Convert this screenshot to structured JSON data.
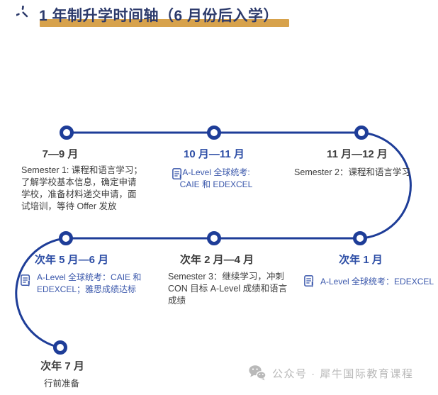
{
  "page": {
    "title": "1 年制升学时间轴（6 月份后入学）",
    "watermark_label": "公众号 · 犀牛国际教育课程"
  },
  "colors": {
    "timeline_blue": "#1e3d98",
    "date_blue": "#2c4da5",
    "desc_blue": "#3a57ab",
    "title_navy": "#2c3a6b",
    "highlight_gold": "#d7a24c",
    "text_dark": "#3d3d3d",
    "watermark_gray": "#b9b9b9"
  },
  "icons": {
    "title_icon": "clock-icon",
    "exam_icon": "exam-doc-icon",
    "watermark_icon": "wechat-icon"
  },
  "milestones": [
    {
      "date": "7—9 月",
      "desc": "Semester 1: 课程和语言学习；了解学校基本信息，确定申请学校，准备材料递交申请，面试培训，等待 Offer 发放",
      "style": "dark"
    },
    {
      "date": "10 月—11 月",
      "desc_line1": "A-Level 全球统考:",
      "desc_line2": "CAIE 和 EDEXCEL",
      "style": "blue",
      "icon": "exam-doc-icon"
    },
    {
      "date": "11 月—12 月",
      "desc": "Semester 2：课程和语言学习",
      "style": "dark"
    },
    {
      "date": "次年 1 月",
      "desc": "A-Level 全球统考：EDEXCEL",
      "style": "blue",
      "icon": "exam-doc-icon"
    },
    {
      "date": "次年 2 月—4 月",
      "desc": "Semester 3：继续学习，冲刺 CON 目标 A-Level 成绩和语言成绩",
      "style": "dark"
    },
    {
      "date": "次年 5 月—6 月",
      "desc": "A-Level 全球统考：CAIE 和 EDEXCEL；雅思成绩达标",
      "style": "blue",
      "icon": "exam-doc-icon"
    },
    {
      "date": "次年 7 月",
      "desc": "行前准备",
      "style": "dark"
    }
  ]
}
